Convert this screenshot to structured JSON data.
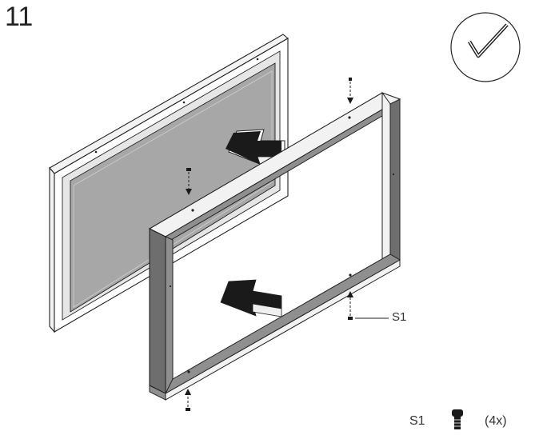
{
  "step": {
    "number": "11"
  },
  "callouts": {
    "screw_label": "S1"
  },
  "parts_legend": {
    "label": "S1",
    "quantity": "(4x)"
  },
  "colors": {
    "line": "#1a1a1a",
    "mirror_fill": "#a7a7a7",
    "frame_light": "#f2f2f2",
    "frame_dark": "#8f8f8f",
    "frame_side": "#6e6e6e",
    "arrow_fill": "#1a1a1a"
  },
  "icons": [
    "hex-key-icon",
    "screw-icon",
    "arrow-icon"
  ]
}
